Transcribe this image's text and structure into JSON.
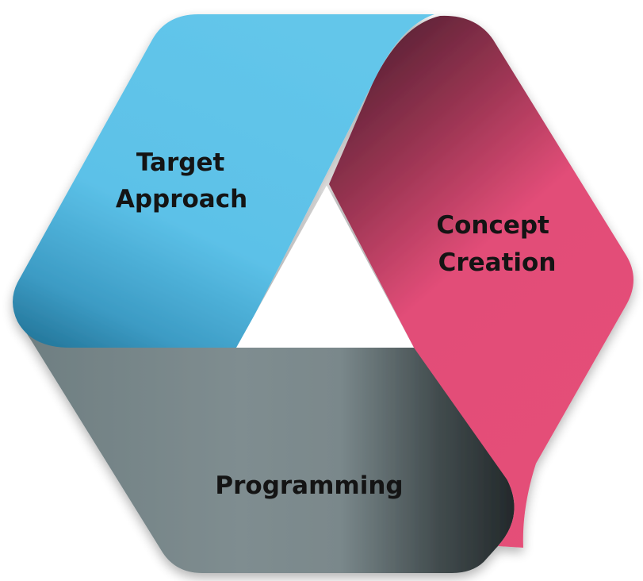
{
  "diagram": {
    "segments": [
      {
        "id": "target-approach",
        "lines": [
          "Target",
          "Approach"
        ],
        "color": "#5cc1e8"
      },
      {
        "id": "concept-creation",
        "lines": [
          "Concept",
          "Creation"
        ],
        "color": "#e34c77"
      },
      {
        "id": "programming",
        "lines": [
          "Programming"
        ],
        "color": "#7e8c8f"
      }
    ],
    "center_color": "#ffffff"
  }
}
